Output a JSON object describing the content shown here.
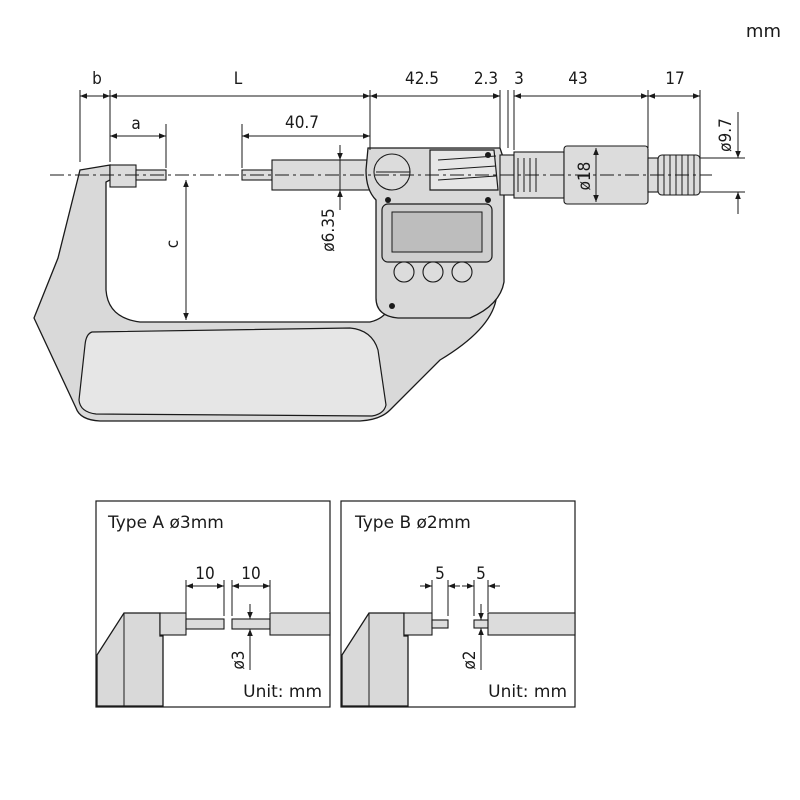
{
  "unit_label": "mm",
  "dimensions": {
    "b": "b",
    "L": "L",
    "a": "a",
    "c": "c",
    "spindle_len": "40.7",
    "d42_5": "42.5",
    "d2_3": "2.3",
    "d3": "3",
    "d43": "43",
    "d17": "17",
    "dia_9_7": "ø9.7",
    "dia_18": "ø18",
    "dia_6_35": "ø6.35"
  },
  "panel_a": {
    "title": "Type A  ø3mm",
    "dim_left": "10",
    "dim_right": "10",
    "dia": "ø3",
    "unit": "Unit: mm"
  },
  "panel_b": {
    "title": "Type B  ø2mm",
    "dim_left": "5",
    "dim_right": "5",
    "dia": "ø2",
    "unit": "Unit: mm"
  }
}
